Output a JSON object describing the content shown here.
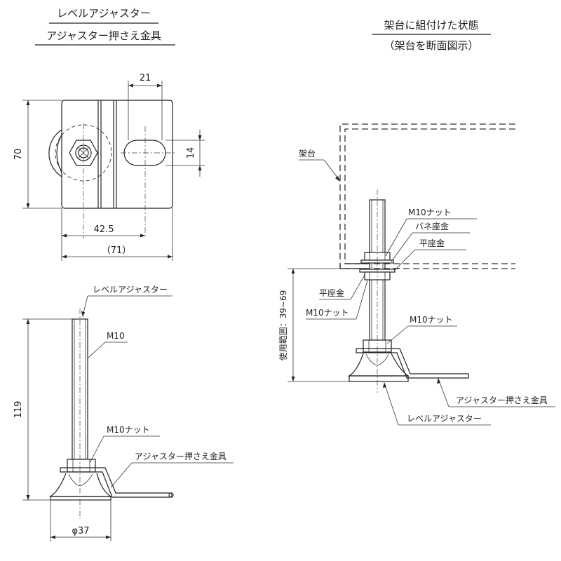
{
  "titles": {
    "left_line1": "レベルアジャスター",
    "left_line2": "アジャスター押さえ金具",
    "right_line1": "架台に組付けた状態",
    "right_line2": "（架台を断面図示）"
  },
  "top_view": {
    "dim_width": "（71）",
    "dim_offset": "42.5",
    "dim_slot_pos": "21",
    "dim_slot_width": "14",
    "dim_height": "70"
  },
  "side_view": {
    "label_adjuster": "レベルアジャスター",
    "label_thread": "M10",
    "label_nut": "M10ナット",
    "label_bracket": "アジャスター押さえ金具",
    "dim_height": "119",
    "dim_diameter": "φ37"
  },
  "assembled_view": {
    "label_frame": "架台",
    "label_nut_top": "M10ナット",
    "label_spring_washer": "バネ座金",
    "label_flat_washer_top": "平座金",
    "label_flat_washer_bottom": "平座金",
    "label_nut_mid": "M10ナット",
    "label_nut_low": "M10ナット",
    "label_bracket": "アジャスター押さえ金具",
    "label_adjuster": "レベルアジャスター",
    "dim_range": "使用範囲：39~69"
  }
}
